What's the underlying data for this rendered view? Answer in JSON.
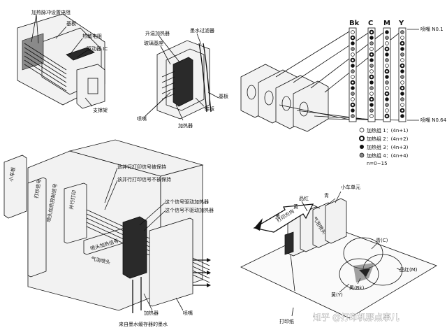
{
  "panel1": {
    "heater_pulse": "加热脉冲设置电阻",
    "substrate": "基板",
    "heat_resistor": "热敏电阻",
    "driver_ic": "驱动器 IC",
    "support": "支撑架"
  },
  "panel2": {
    "temp_heater": "升温加热器",
    "ink_filter": "墨水过滤器",
    "glass": "玻璃基座",
    "substrate": "基板",
    "silicon": "硅板",
    "heater": "加热器",
    "nozzle": "喷嘴"
  },
  "panel3": {
    "colors": [
      "Bk",
      "C",
      "M",
      "Y"
    ],
    "nozzle_top": "喷嘴 N0.1",
    "nozzle_bottom": "喷嘴 N0.64",
    "groups": [
      "加热组 1：(4n+1)",
      "加热组 2：(4n+2)",
      "加热组 3：(4n+3)",
      "加热组 4：(4n+4)"
    ],
    "n_range": "n=0~15"
  },
  "panel4": {
    "board": "小车板",
    "print_signal": "打印信号",
    "head_heat_ctrl": "喷头加热控制信号",
    "parallel_print": "并行打印",
    "head_heat_signal": "喷头加热信号",
    "head": "气泡喷头",
    "parallel_kept": "该并行打印信号被保持",
    "parallel_not_kept": "该并行打印信号不被保持",
    "drive_heater": "这个信号驱动加热器",
    "not_drive_heater": "这个信号不驱动加热器",
    "heater": "加热器",
    "nozzle": "喷嘴",
    "ink_from": "来自墨水缓存器的墨水"
  },
  "panel5": {
    "carriage": "小车单元",
    "magenta": "品红",
    "yellow": "黄",
    "cyan": "青",
    "black": "黑",
    "direction": "打印方向",
    "head": "气泡喷头",
    "cyan_c": "青(C)",
    "magenta_m": "品红(M)",
    "yellow_y": "黄(Y)",
    "black_bk": "黑(Bk)",
    "paper": "打印纸"
  },
  "watermark": "知乎 @打印机那点事儿"
}
